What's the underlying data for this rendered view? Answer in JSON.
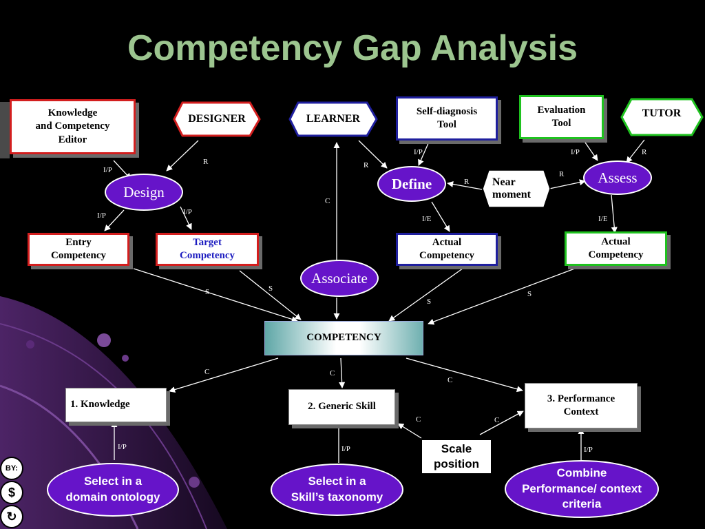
{
  "title": "Competency Gap Analysis",
  "nodes": {
    "kc_editor": "Knowledge\nand Competency\nEditor",
    "designer": "DESIGNER",
    "learner": "LEARNER",
    "self_diagnosis": "Self-diagnosis\nTool",
    "evaluation_tool": "Evaluation\nTool",
    "tutor": "TUTOR",
    "design": "Design",
    "define": "Define",
    "near_moment": "Near\nmoment",
    "assess": "Assess",
    "entry_competency": "Entry\nCompetency",
    "target_competency": "Target\nCompetency",
    "associate": "Associate",
    "actual_competency_learner": "Actual\nCompetency",
    "actual_competency_tutor": "Actual\nCompetency",
    "competency": "COMPETENCY",
    "knowledge": "1. Knowledge",
    "generic_skill": "2. Generic Skill",
    "performance_context": "3. Performance\nContext",
    "scale_position": "Scale\nposition",
    "select_ontology": "Select in a\ndomain ontology",
    "select_taxonomy": "Select in a\nSkill’s taxonomy",
    "combine_criteria": "Combine\nPerformance/ context\ncriteria"
  },
  "edge_labels": {
    "editor_design": "I/P",
    "designer_design": "R",
    "design_entry": "I/P",
    "design_target": "I/P",
    "associate_learner": "C",
    "learner_define": "R",
    "selfdiag_define": "I/P",
    "near_define": "R",
    "near_assess": "R",
    "evaltool_assess": "I/P",
    "tutor_assess": "R",
    "define_actual": "I/E",
    "assess_actual": "I/E",
    "entry_comp": "S",
    "target_comp": "S",
    "actual_learner_comp": "S",
    "actual_tutor_comp": "S",
    "comp_knowledge": "C",
    "comp_generic": "C",
    "comp_performance": "C",
    "scale_generic": "C",
    "scale_performance": "C",
    "ontology_knowledge": "I/P",
    "taxonomy_generic": "I/P",
    "criteria_performance": "I/P"
  },
  "license_icons": [
    "BY:",
    "$",
    "↻"
  ],
  "colors": {
    "title": "#9cc58f",
    "oval_fill": "#6614c9",
    "red_border": "#d31e1e",
    "blue_border": "#1f1f9e",
    "green_border": "#1fc21f",
    "target_text": "#1c1cc0"
  }
}
